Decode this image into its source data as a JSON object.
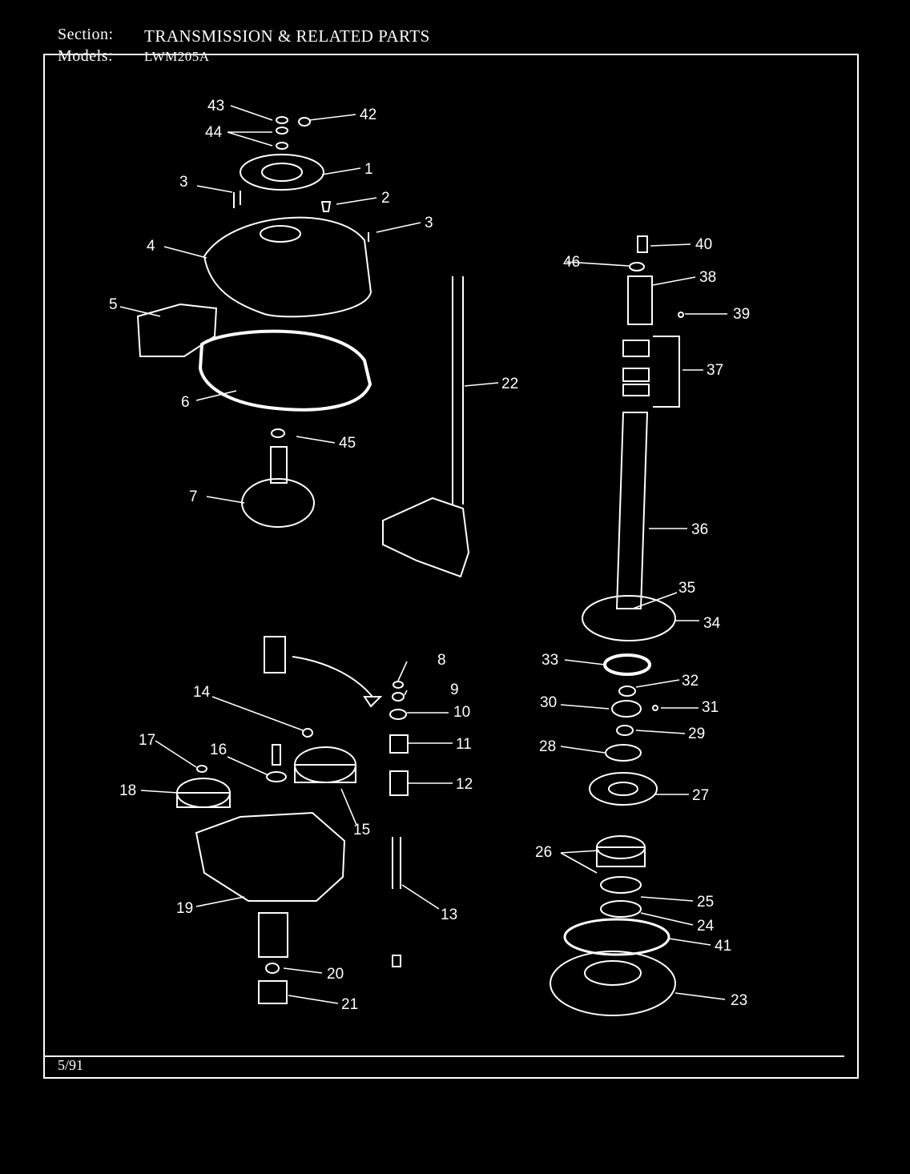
{
  "header": {
    "section_label": "Section:",
    "section_value": "TRANSMISSION & RELATED PARTS",
    "models_label": "Models:",
    "models_value": "LWM205A"
  },
  "footer": {
    "date": "5/91"
  },
  "callouts": [
    "1",
    "2",
    "3",
    "3",
    "4",
    "5",
    "6",
    "7",
    "8",
    "9",
    "10",
    "11",
    "12",
    "13",
    "14",
    "15",
    "16",
    "17",
    "18",
    "19",
    "20",
    "21",
    "22",
    "23",
    "24",
    "25",
    "26",
    "27",
    "28",
    "29",
    "30",
    "31",
    "32",
    "33",
    "34",
    "35",
    "36",
    "37",
    "38",
    "39",
    "40",
    "41",
    "42",
    "43",
    "44",
    "45",
    "46"
  ]
}
